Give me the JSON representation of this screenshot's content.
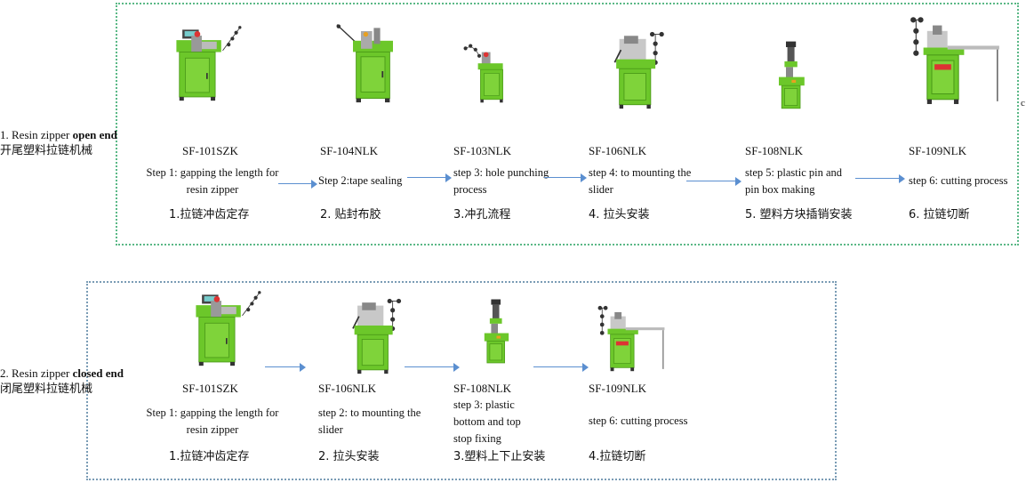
{
  "colors": {
    "machine_green": "#6cc72a",
    "arrow_blue": "#5b8fd0",
    "open_border": "#5ab886",
    "closed_border": "#7a9cb5"
  },
  "open_end": {
    "label_prefix": "1. Resin zipper ",
    "label_bold": "open end",
    "label_cn": "开尾塑料拉链机械",
    "steps": [
      {
        "model": "SF-101SZK",
        "desc": "Step 1: gapping the length for resin zipper",
        "cn": "1.拉链冲齿定存"
      },
      {
        "model": "SF-104NLK",
        "desc": "Step 2:tape sealing",
        "cn": "2. 贴封布胶"
      },
      {
        "model": "SF-103NLK",
        "desc": "step 3: hole punching process",
        "cn": "3.冲孔流程"
      },
      {
        "model": "SF-106NLK",
        "desc": "step 4: to mounting the slider",
        "cn": "4. 拉头安装"
      },
      {
        "model": "SF-108NLK",
        "desc": "step 5: plastic pin and pin box making",
        "cn": "5. 塑料方块插销安装"
      },
      {
        "model": "SF-109NLK",
        "desc": "step 6: cutting process",
        "cn": "6. 拉链切断"
      }
    ],
    "stray_text": "c"
  },
  "closed_end": {
    "label_prefix": "2. Resin zipper ",
    "label_bold": "closed end",
    "label_cn": "闭尾塑料拉链机械",
    "steps": [
      {
        "model": "SF-101SZK",
        "desc": "Step 1: gapping the length for resin zipper",
        "cn": "1.拉链冲齿定存"
      },
      {
        "model": "SF-106NLK",
        "desc": "step 2: to mounting the slider",
        "cn": "2. 拉头安装"
      },
      {
        "model": "SF-108NLK",
        "desc": "step 3: plastic bottom and top stop fixing",
        "cn": "3.塑料上下止安装"
      },
      {
        "model": "SF-109NLK",
        "desc": "step 6: cutting process",
        "cn": "4.拉链切断"
      }
    ]
  }
}
